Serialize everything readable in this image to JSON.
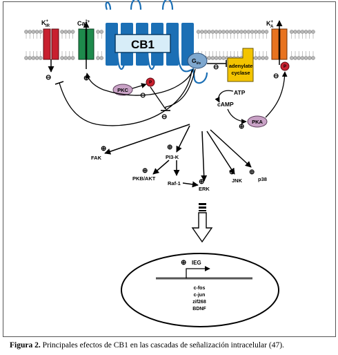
{
  "diagram": {
    "channels": {
      "k_ir_label": "K",
      "k_ir_sub": "IR",
      "ca_label": "Ca",
      "ca_sup": "2+",
      "k_a_label": "K",
      "k_a_sub": "A",
      "plus_sup": "+"
    },
    "receptor_label": "CB1",
    "gio_label": "G",
    "gio_sub": "i/o",
    "adenylate_cyclase": [
      "adenylate",
      "cyclase"
    ],
    "atp_label": "ATP",
    "camp_label": "cAMP",
    "pkc_label": "PKC",
    "pka_label": "PKA",
    "p_label": "P",
    "downstream": {
      "fak": "FAK",
      "pi3k": "PI3-K",
      "pkb_akt": "PKB/AKT",
      "raf1": "Raf-1",
      "erk": "ERK",
      "jnk": "JNK",
      "p38": "p38"
    },
    "ieg_label": "IEG",
    "genes": [
      "c-fos",
      "c-jun",
      "zif268",
      "BDNF"
    ],
    "colors": {
      "receptor": "#1b6fb5",
      "gio": "#7fa8cf",
      "adenylate_cyclase": "#f3c400",
      "k_ir_channel": "#c8202f",
      "ca_channel": "#1e8a4c",
      "k_a_channel": "#e8731f",
      "kinase": "#c9a2c6",
      "phospho": "#c8202f",
      "membrane_bead": "#b8b8b8"
    }
  },
  "caption": {
    "prefix": "Figura 2.",
    "text": " Principales efectos de CB1 en las cascadas de señalización intracelular (47)."
  }
}
